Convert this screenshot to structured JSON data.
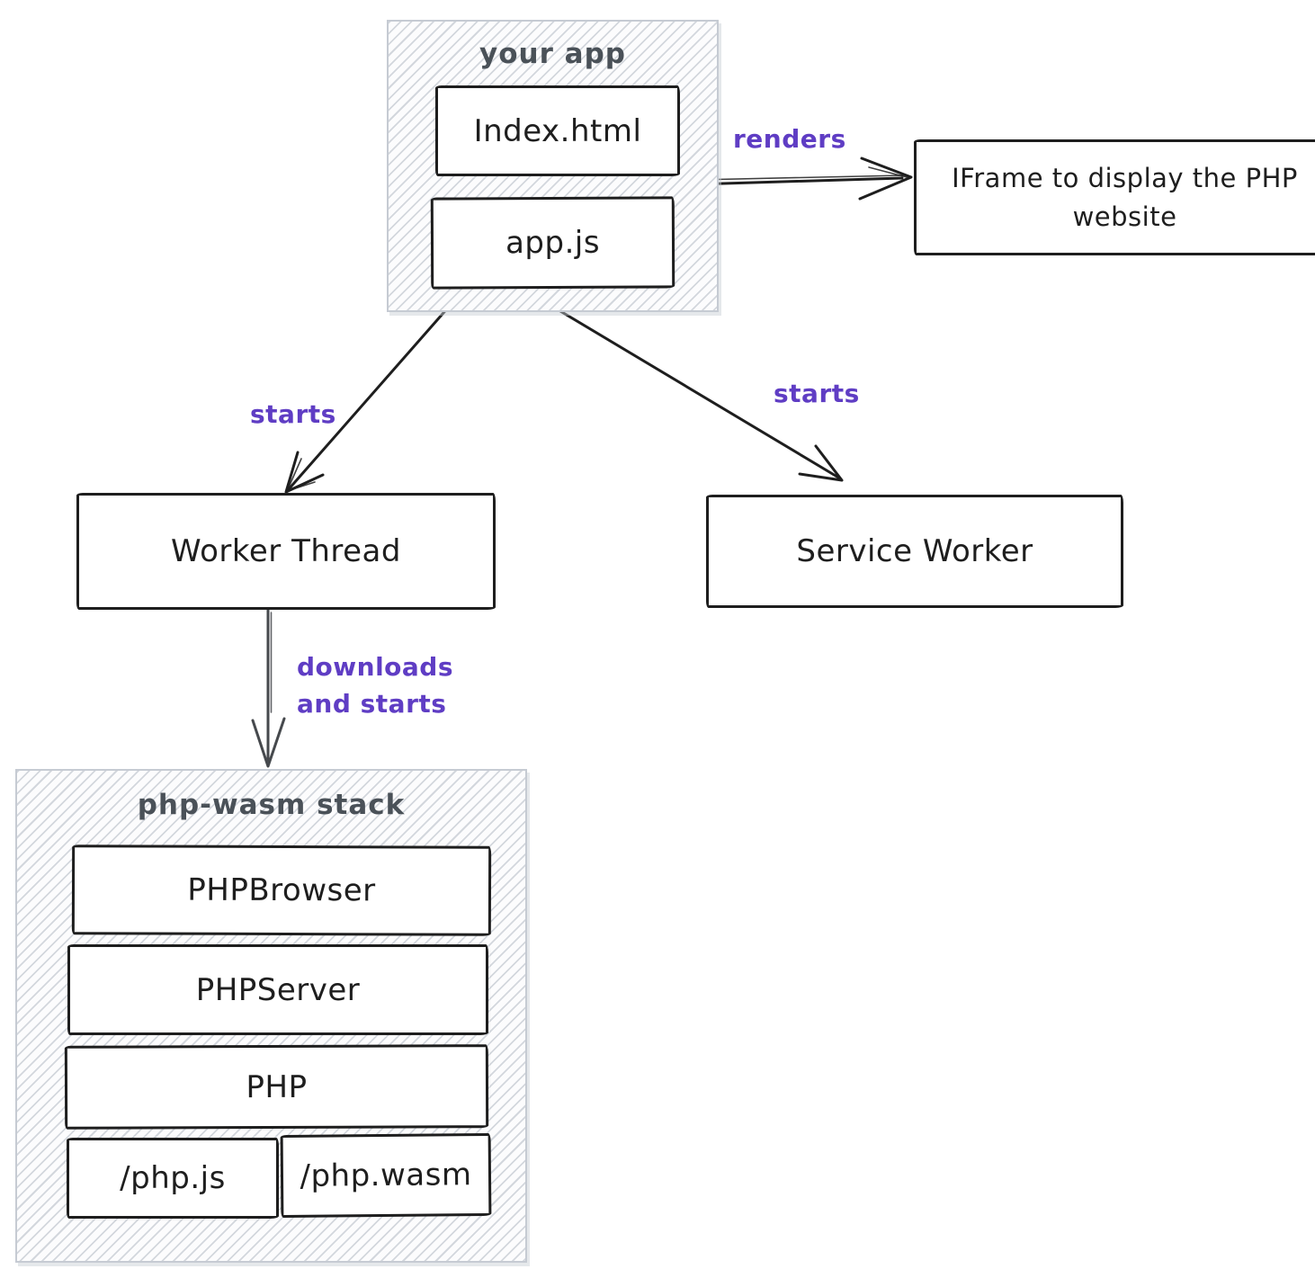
{
  "containers": {
    "your_app": {
      "title": "your app"
    },
    "php_wasm": {
      "title": "php-wasm stack"
    }
  },
  "nodes": {
    "index_html": "Index.html",
    "app_js": "app.js",
    "iframe": "IFrame to display the PHP website",
    "worker_thread": "Worker Thread",
    "service_worker": "Service Worker",
    "php_browser": "PHPBrowser",
    "php_server": "PHPServer",
    "php": "PHP",
    "php_js": "/php.js",
    "php_wasm": "/php.wasm"
  },
  "edges": {
    "renders": "renders",
    "starts_worker": "starts",
    "starts_service": "starts",
    "downloads_line1": "downloads",
    "downloads_line2": "and starts"
  },
  "colors": {
    "edge_label": "#5f3dc4",
    "stroke": "#1e1e1e",
    "container_text": "#4a5158",
    "gray_arrow": "#46494d",
    "container_hatch": "#d3d7dd"
  }
}
